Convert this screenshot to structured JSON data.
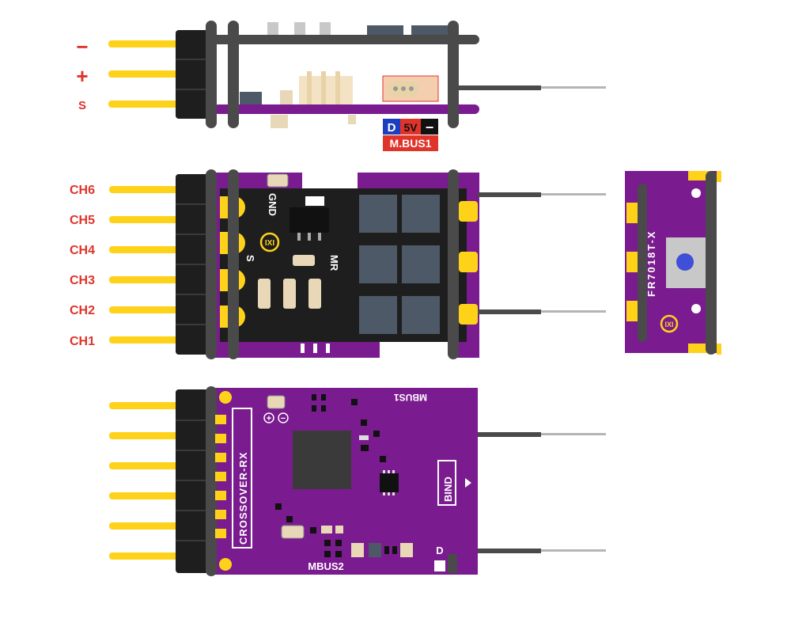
{
  "top_view": {
    "pins": [
      "−",
      "+",
      "S"
    ],
    "connector_pins": {
      "d": "D",
      "v": "5V",
      "g": "−"
    },
    "port_label": "M.BUS1"
  },
  "middle_view": {
    "channels": [
      "CH6",
      "CH5",
      "CH4",
      "CH3",
      "CH2",
      "CH1"
    ],
    "silk": {
      "gnd": "GND",
      "s": "S",
      "mr": "MR"
    },
    "side_label": "FR7018T-X"
  },
  "bottom_view": {
    "board_name": "CROSSOVER-RX",
    "mbus1": "MBUS1",
    "mbus2": "MBUS2",
    "bind": "BIND",
    "d_label": "D",
    "plus_symbol": "+",
    "minus_symbol": "−"
  },
  "logo_text": "IXI",
  "colors": {
    "pcb_purple": "#7a1b8f",
    "pcb_dark": "#1e1e1e",
    "pin_gold": "#ffd21a",
    "pin_label_red": "#e0332a",
    "metal_gray": "#4a4a4a",
    "chip_slate": "#4d5966",
    "antenna_gray": "#b5b5b5"
  }
}
